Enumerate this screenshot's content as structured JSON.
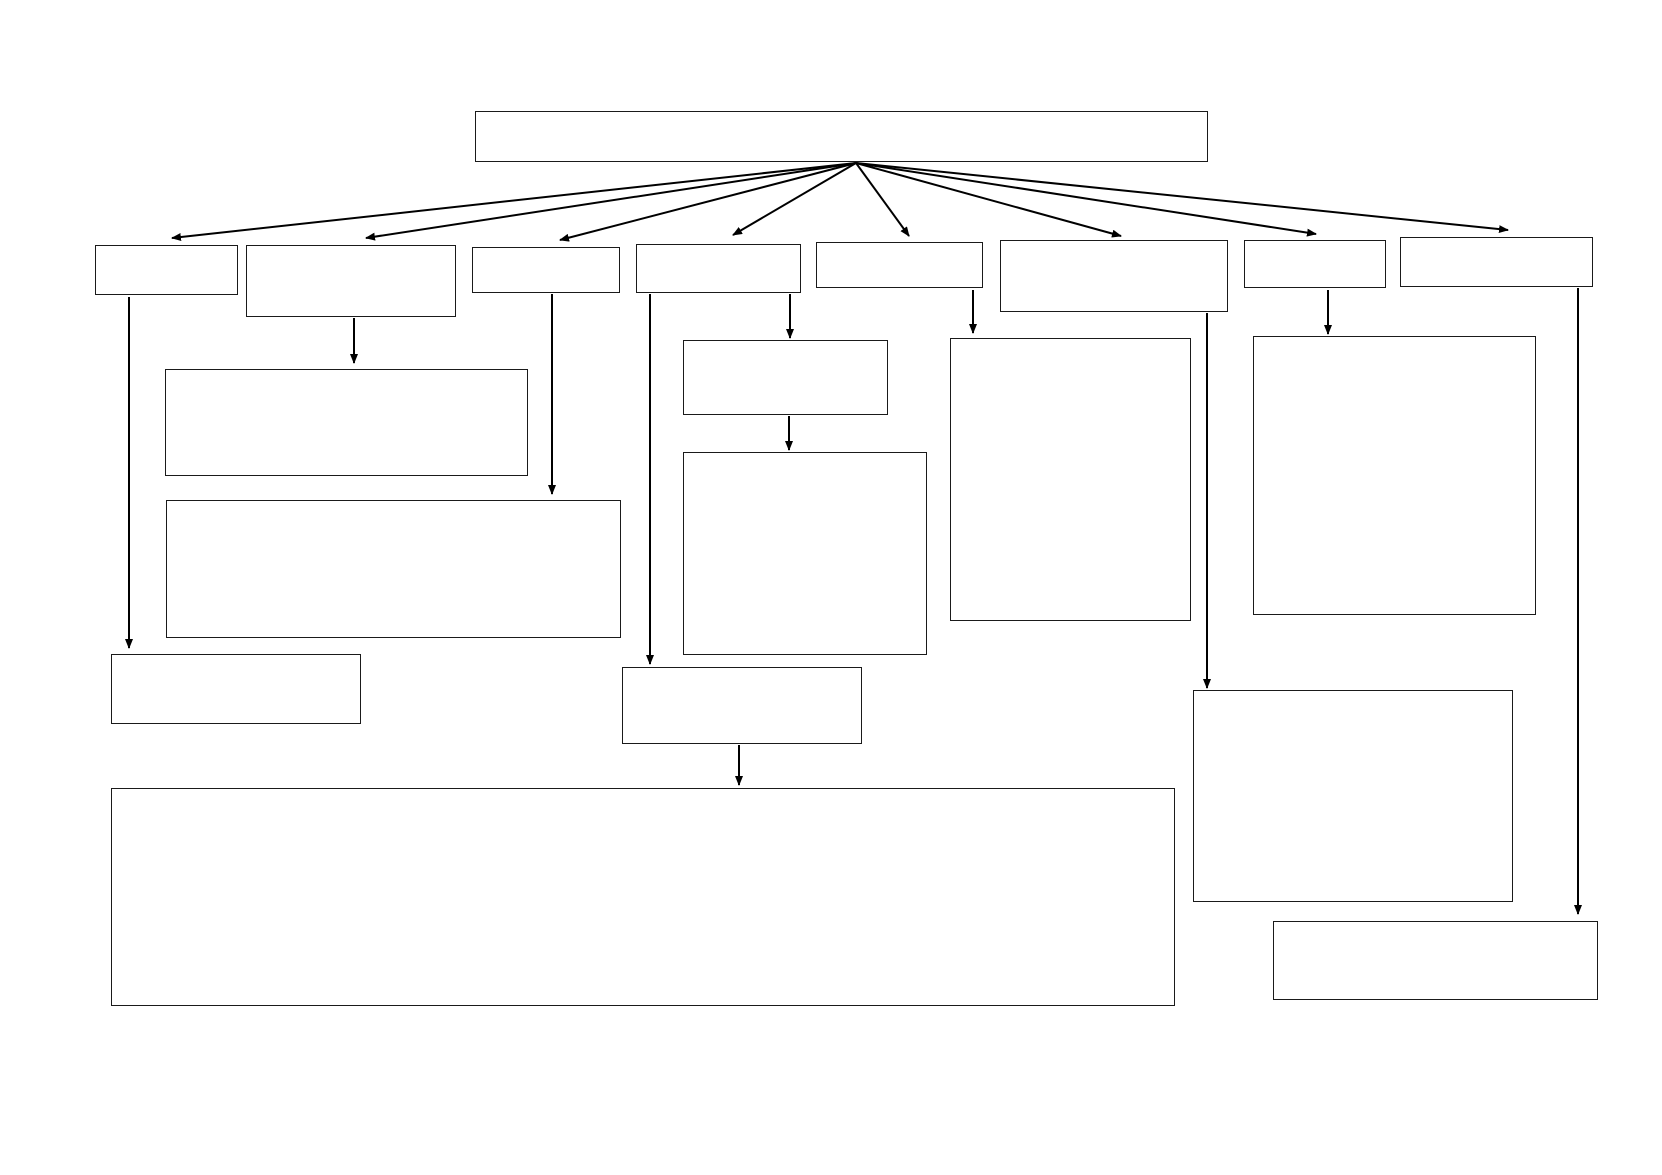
{
  "diagram": {
    "type": "concept-map",
    "line_color": "#000000",
    "box_border_color": "#1a1a1a",
    "background": "#ffffff",
    "nodes": [
      {
        "id": "root",
        "text": ""
      },
      {
        "id": "branch-1",
        "text": ""
      },
      {
        "id": "branch-2",
        "text": ""
      },
      {
        "id": "branch-3",
        "text": ""
      },
      {
        "id": "branch-4",
        "text": ""
      },
      {
        "id": "branch-5",
        "text": ""
      },
      {
        "id": "branch-6",
        "text": ""
      },
      {
        "id": "branch-7",
        "text": ""
      },
      {
        "id": "branch-8",
        "text": ""
      },
      {
        "id": "branch-1-child",
        "text": ""
      },
      {
        "id": "branch-2-child",
        "text": ""
      },
      {
        "id": "branch-3-child",
        "text": ""
      },
      {
        "id": "branch-4-child-a",
        "text": ""
      },
      {
        "id": "branch-4-child-a-child",
        "text": ""
      },
      {
        "id": "branch-4-child-b",
        "text": ""
      },
      {
        "id": "branch-4-child-b-child",
        "text": ""
      },
      {
        "id": "branch-5-child",
        "text": ""
      },
      {
        "id": "branch-6-child",
        "text": ""
      },
      {
        "id": "branch-7-child",
        "text": ""
      },
      {
        "id": "branch-8-child",
        "text": ""
      }
    ],
    "edges": [
      {
        "from": "root",
        "to": "branch-1"
      },
      {
        "from": "root",
        "to": "branch-2"
      },
      {
        "from": "root",
        "to": "branch-3"
      },
      {
        "from": "root",
        "to": "branch-4"
      },
      {
        "from": "root",
        "to": "branch-5"
      },
      {
        "from": "root",
        "to": "branch-6"
      },
      {
        "from": "root",
        "to": "branch-7"
      },
      {
        "from": "root",
        "to": "branch-8"
      },
      {
        "from": "branch-1",
        "to": "branch-1-child"
      },
      {
        "from": "branch-2",
        "to": "branch-2-child"
      },
      {
        "from": "branch-3",
        "to": "branch-3-child"
      },
      {
        "from": "branch-4",
        "to": "branch-4-child-a"
      },
      {
        "from": "branch-4-child-a",
        "to": "branch-4-child-a-child"
      },
      {
        "from": "branch-4",
        "to": "branch-4-child-b"
      },
      {
        "from": "branch-4-child-b",
        "to": "branch-4-child-b-child"
      },
      {
        "from": "branch-5",
        "to": "branch-5-child"
      },
      {
        "from": "branch-6",
        "to": "branch-6-child"
      },
      {
        "from": "branch-7",
        "to": "branch-7-child"
      },
      {
        "from": "branch-8",
        "to": "branch-8-child"
      }
    ]
  }
}
